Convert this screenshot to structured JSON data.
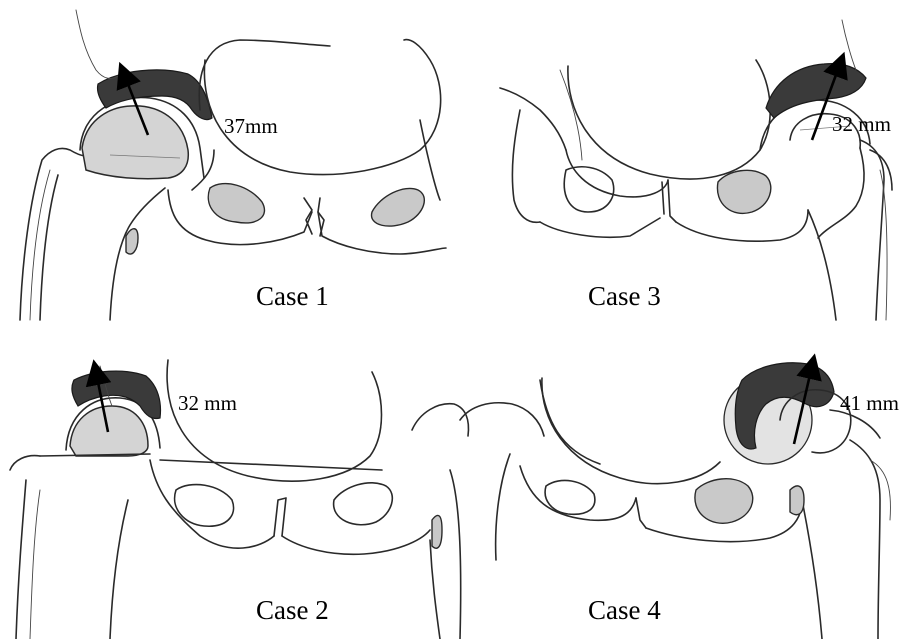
{
  "panels": [
    {
      "case_label": "Case 1",
      "measurement": "37mm"
    },
    {
      "case_label": "Case 2",
      "measurement": "32 mm"
    },
    {
      "case_label": "Case 3",
      "measurement": "32 mm"
    },
    {
      "case_label": "Case 4",
      "measurement": "41 mm"
    }
  ],
  "colors": {
    "graft": "#3a3a3a",
    "bone_fill": "#c9c9c9",
    "outline": "#2a2a2a"
  }
}
